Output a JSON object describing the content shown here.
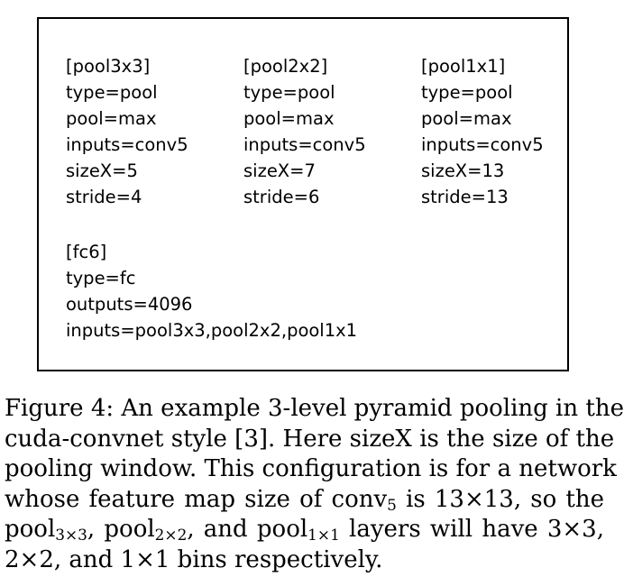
{
  "config": {
    "pool3x3": [
      "[pool3x3]",
      "type=pool",
      "pool=max",
      "inputs=conv5",
      "sizeX=5",
      "stride=4"
    ],
    "pool2x2": [
      "[pool2x2]",
      "type=pool",
      "pool=max",
      "inputs=conv5",
      "sizeX=7",
      "stride=6"
    ],
    "pool1x1": [
      "[pool1x1]",
      "type=pool",
      "pool=max",
      "inputs=conv5",
      "sizeX=13",
      "stride=13"
    ],
    "fc6": [
      "[fc6]",
      "type=fc",
      "outputs=4096",
      "inputs=pool3x3,pool2x2,pool1x1"
    ]
  },
  "caption": {
    "line1": "Figure 4: An example 3-level pyramid pooling in the",
    "line2": "cuda-convnet style [3]. Here sizeX is the size of the",
    "line3": "pooling window. This configuration is for a network",
    "line4_pre": "whose feature map size of conv",
    "line4_sub": "5",
    "line4_post": " is 13×13, so the",
    "line5_a": "pool",
    "line5_a_sub": "3×3",
    "line5_b": ", pool",
    "line5_b_sub": "2×2",
    "line5_c": ", and pool",
    "line5_c_sub": "1×1",
    "line5_d": " layers will have 3×3,",
    "line6": "2×2, and 1×1 bins respectively."
  }
}
